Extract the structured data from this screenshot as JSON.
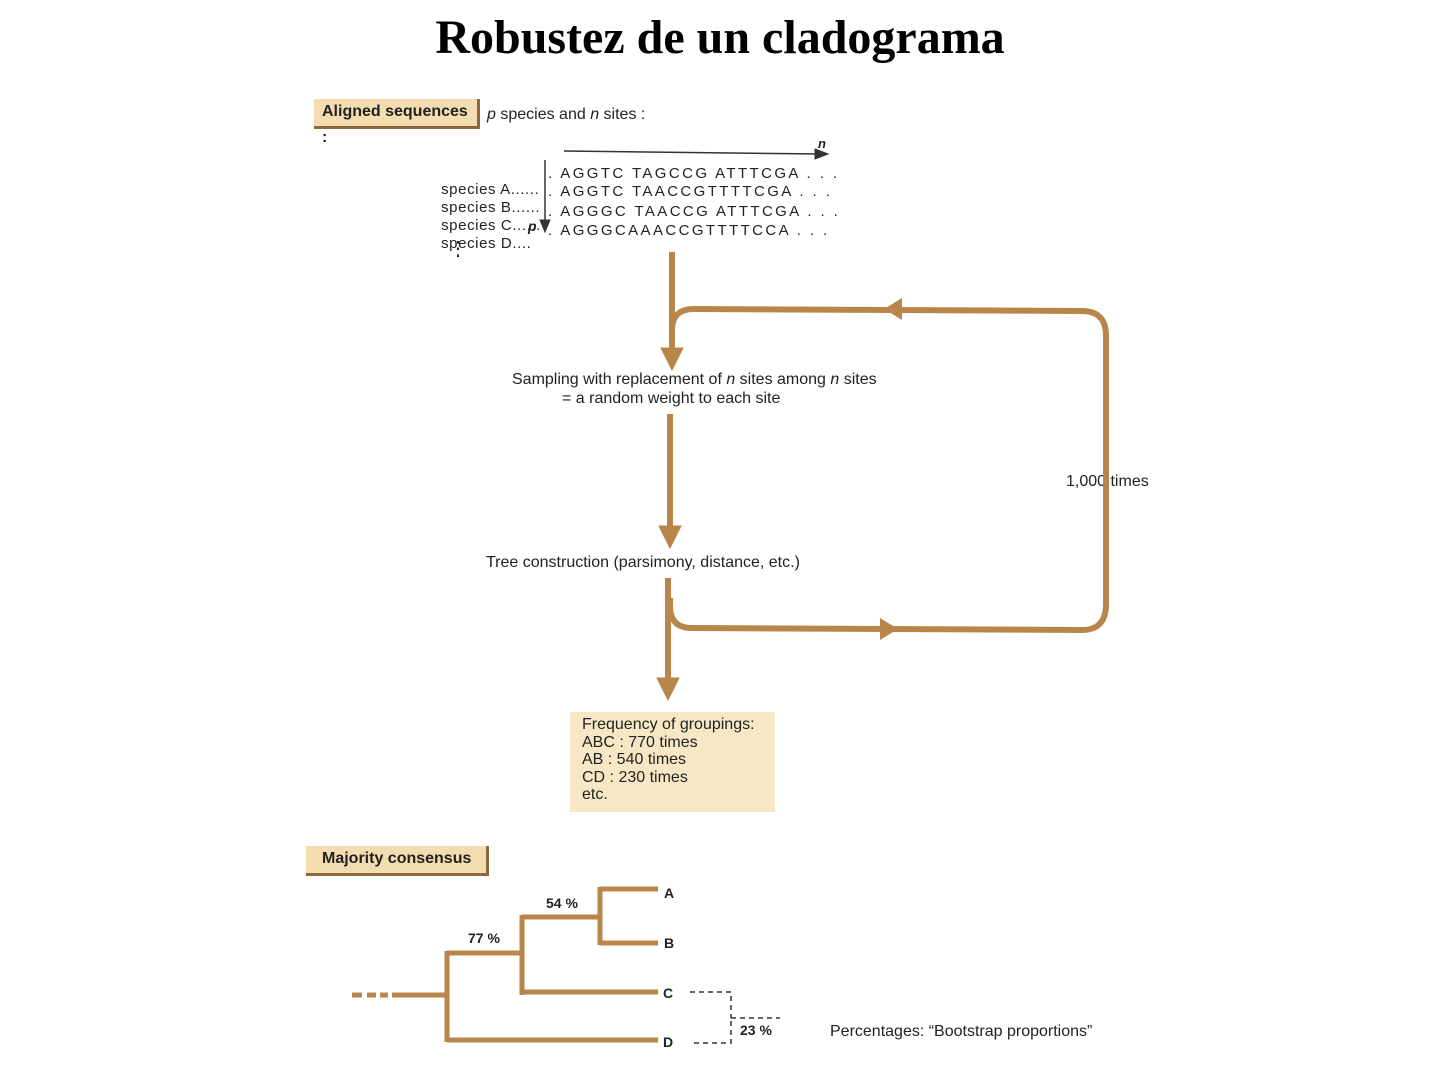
{
  "title": "Robustez de un cladograma",
  "aligned": {
    "label": "Aligned sequences :",
    "desc_p": "p",
    "desc_mid": " species and ",
    "desc_n": "n",
    "desc_end": " sites :",
    "arrow_label": "n",
    "p_label": "p",
    "species": [
      {
        "name": "species A",
        "dots": "......",
        "seq": ". AGGTC TAGCCG ATTTCGA . . ."
      },
      {
        "name": "species B",
        "dots": "......",
        "seq": ". AGGTC TAACCGTTTTCGA . . ."
      },
      {
        "name": "species C",
        "dots": "......",
        "seq": ". AGGGC TAACCG ATTTCGA . . ."
      },
      {
        "name": "species D",
        "dots": "....",
        "seq": ". AGGGCAAACCGTTTTCCA . . ."
      }
    ],
    "vdots": "⋮"
  },
  "flow": {
    "sampling_pre": "Sampling with replacement of ",
    "sampling_n1": "n",
    "sampling_mid": " sites among ",
    "sampling_n2": "n",
    "sampling_end": " sites",
    "sampling_line2": "= a random weight to each site",
    "tree_construction": "Tree construction (parsimony, distance, etc.)",
    "loop_label": "1,000 times"
  },
  "frequency": {
    "lines": [
      "Frequency of groupings:",
      "ABC : 770 times",
      "AB : 540 times",
      "CD : 230 times",
      "etc."
    ]
  },
  "consensus": {
    "label": "Majority consensus",
    "leaves": [
      "A",
      "B",
      "C",
      "D"
    ],
    "percent_ab": "54 %",
    "percent_abc": "77 %",
    "percent_cd": "23 %",
    "note": "Percentages: “Bootstrap proportions”"
  },
  "colors": {
    "branch": "#b8864a",
    "label_bg": "#f3ddb0",
    "freq_bg": "#f7e7c4"
  }
}
